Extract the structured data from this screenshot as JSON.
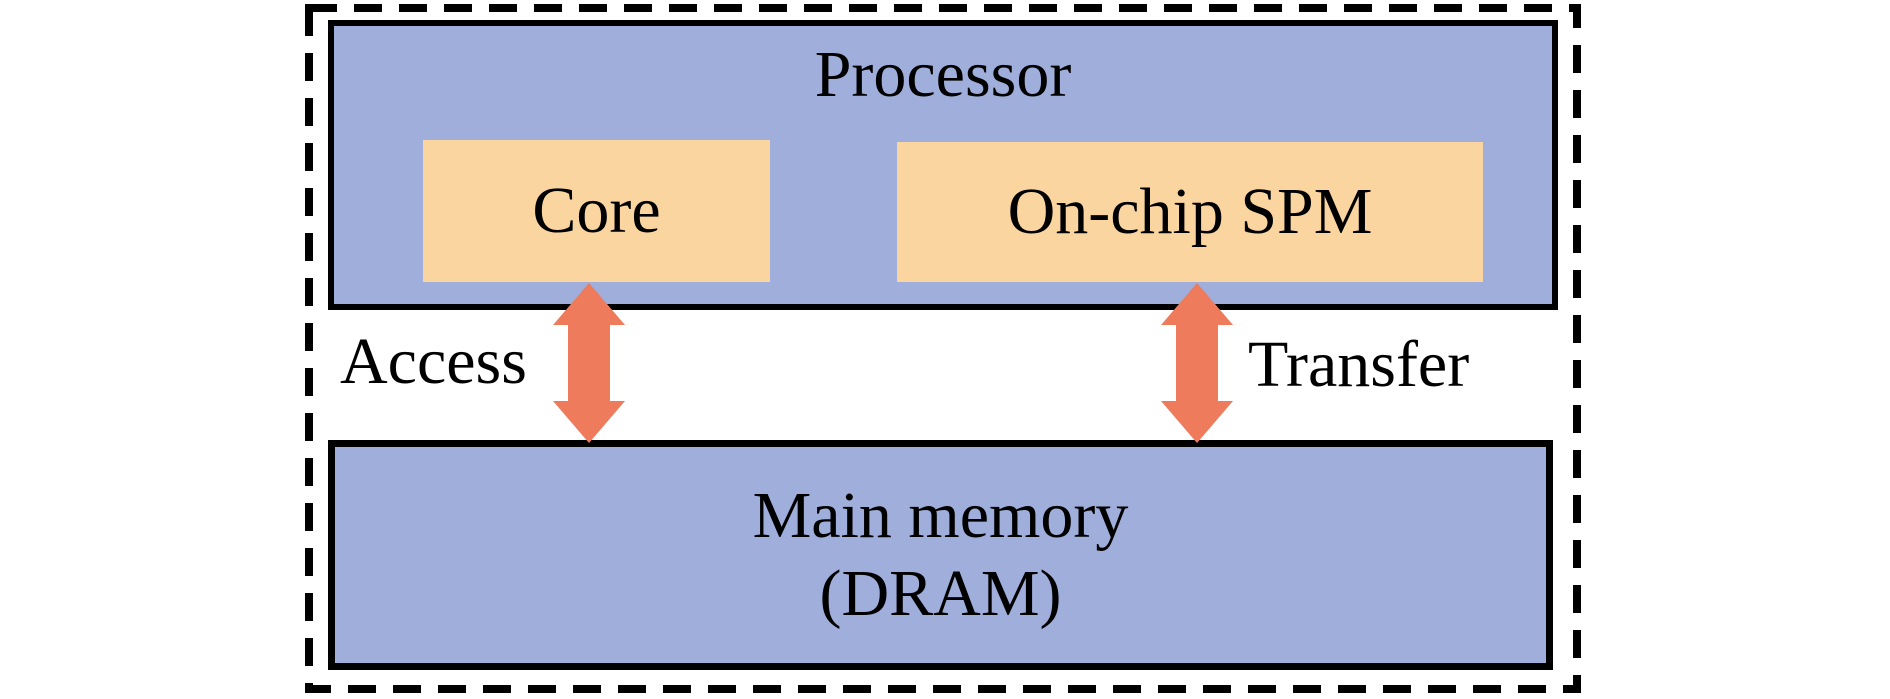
{
  "diagram": {
    "processor": {
      "label": "Processor"
    },
    "core": {
      "label": "Core"
    },
    "spm": {
      "label": "On-chip SPM"
    },
    "main_memory": {
      "line1": "Main memory",
      "line2": "(DRAM)"
    },
    "access_arrow": {
      "label": "Access",
      "direction": "bidirectional"
    },
    "transfer_arrow": {
      "label": "Transfer",
      "direction": "bidirectional"
    },
    "colors": {
      "block_blue": "#9FAEDB",
      "block_orange": "#FBD5A0",
      "arrow": "#ED7B5C",
      "outline": "#000000"
    }
  }
}
